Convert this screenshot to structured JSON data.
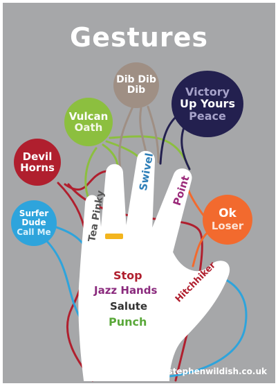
{
  "title": "Gestures",
  "circles": {
    "devil": {
      "lines": [
        "Devil",
        "Horns"
      ],
      "color": "#b01f2e"
    },
    "vulcan": {
      "lines": [
        "Vulcan",
        "Oath"
      ],
      "color": "#8cbf3f"
    },
    "dib": {
      "lines": [
        "Dib Dib",
        "Dib"
      ],
      "color": "#9f8f84"
    },
    "victory": {
      "lines": [
        "Victory",
        "Up Yours",
        "Peace"
      ],
      "color": "#23204f"
    },
    "surfer": {
      "lines": [
        "Surfer",
        "Dude",
        "Call Me"
      ],
      "color": "#2ea4dc"
    },
    "ok": {
      "lines": [
        "Ok",
        "Loser"
      ],
      "color": "#f26a2e"
    }
  },
  "fingers": {
    "tea_pinky": "Tea Pinky",
    "swivel": "Swivel",
    "point": "Point",
    "hitchhiker": "Hitchhiker",
    "wedding": "wedding"
  },
  "palm": {
    "stop": "Stop",
    "jazz": "Jazz Hands",
    "salute": "Salute",
    "punch": "Punch"
  },
  "credit": "stephenwildish.co.uk"
}
